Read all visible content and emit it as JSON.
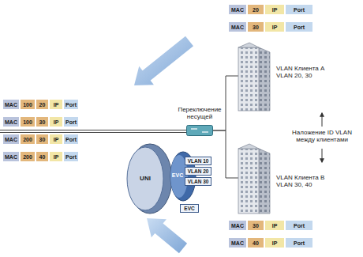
{
  "diagram": {
    "nodes": [
      {
        "text": [
          "VLAN Клиента A VLAN 20, 30"
        ]
      },
      {
        "text": [
          "Переключение несущей"
        ]
      },
      {
        "text": [
          "VLAN Клиента B VLAN 30, 40"
        ]
      },
      {
        "text": [
          "UNI"
        ]
      },
      {
        "text": [
          "EVC"
        ],
        "in": 3
      },
      {
        "text": [
          "VLAN 10"
        ],
        "in": 4
      },
      {
        "text": [
          "VLAN 20"
        ],
        "in": 4
      },
      {
        "text": [
          "VLAN 30"
        ],
        "in": 4
      },
      {
        "text": [
          "EVC"
        ],
        "in": 3
      }
    ],
    "edges": [
      {
        "from": 1,
        "to": 0,
        "arrow": "none"
      },
      {
        "from": 1,
        "to": 2,
        "arrow": "none"
      }
    ],
    "labels": [
      "MAC",
      "20",
      "IP",
      "Port",
      "MAC",
      "30",
      "IP",
      "Port",
      "MAC",
      "100",
      "20",
      "IP",
      "Port",
      "MAC",
      "100",
      "30",
      "IP",
      "Port",
      "MAC",
      "200",
      "30",
      "IP",
      "Port",
      "MAC",
      "200",
      "40",
      "IP",
      "Port",
      "MAC",
      "30",
      "IP",
      "Port",
      "MAC",
      "40",
      "IP",
      "Port",
      "Наложение ID VLAN между клиентами"
    ]
  }
}
